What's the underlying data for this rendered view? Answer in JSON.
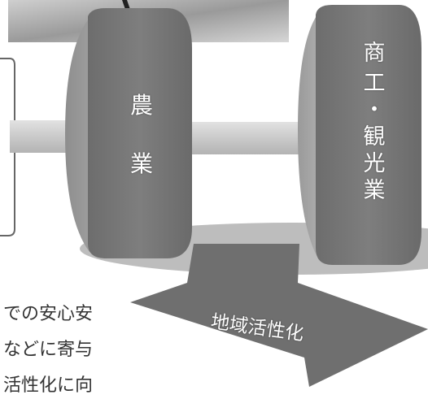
{
  "diagram": {
    "left_drum": {
      "label": "農業",
      "chars": [
        "農",
        "業"
      ]
    },
    "right_drum": {
      "label": "商工・観光業",
      "chars": [
        "商",
        "工",
        "・",
        "観",
        "光",
        "業"
      ]
    },
    "arrow_label": "地域活性化",
    "body_text_lines": [
      "での安心安",
      "などに寄与",
      "活性化に向"
    ],
    "colors": {
      "drum_face": "#787878",
      "drum_side": "#a9a9a9",
      "axle": "#cfcfcf",
      "shadow": "#bdbdbd",
      "arrow": "#6f6f6f",
      "frame": "#666666"
    }
  }
}
